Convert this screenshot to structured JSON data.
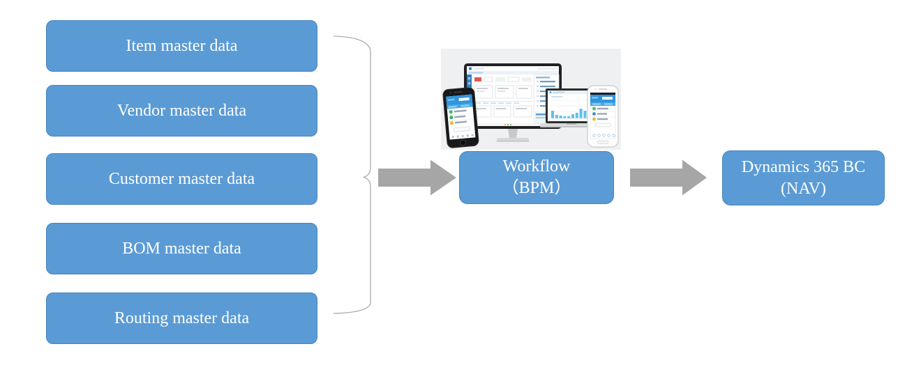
{
  "diagram": {
    "source_boxes": [
      {
        "label": "Item master data"
      },
      {
        "label": "Vendor master data"
      },
      {
        "label": "Customer master data"
      },
      {
        "label": "BOM master data"
      },
      {
        "label": "Routing master data"
      }
    ],
    "workflow_box": {
      "line1": "Workflow",
      "line2": "（BPM）"
    },
    "target_box": {
      "line1": "Dynamics 365 BC",
      "line2": "(NAV)"
    },
    "connectors": {
      "brace_icon": "curly-brace",
      "arrow_icons": [
        "right-arrow",
        "right-arrow"
      ]
    },
    "device_collage_icons": [
      "desktop-monitor",
      "smartphone-black",
      "laptop",
      "smartphone-white"
    ],
    "colors": {
      "box_fill": "#5B9BD5",
      "box_border": "#4383BF",
      "box_text": "#FFFFFF",
      "arrow_gray": "#A6A6A6",
      "brace_gray": "#ABABAB",
      "collage_background": "#EFF0F1",
      "app_blue": "#2F96DD",
      "chart_bar_blue": "#5FC0E8"
    }
  }
}
